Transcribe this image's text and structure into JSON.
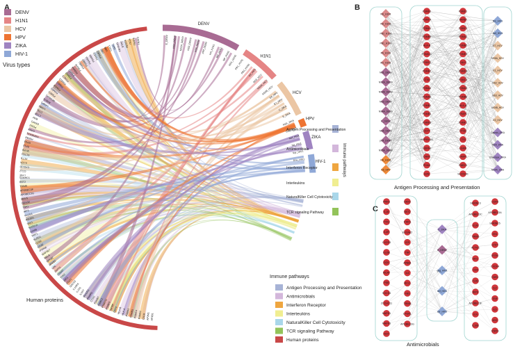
{
  "panels": {
    "a": "A",
    "b": "B",
    "c": "C"
  },
  "virus_legend": {
    "title": "Virus types",
    "items": [
      {
        "label": "DENV",
        "color": "#a86b93"
      },
      {
        "label": "H1N1",
        "color": "#e58585"
      },
      {
        "label": "HCV",
        "color": "#ebc6a4"
      },
      {
        "label": "HPV",
        "color": "#ee7432"
      },
      {
        "label": "ZIKA",
        "color": "#9f84c1"
      },
      {
        "label": "HIV-1",
        "color": "#8fa8d7"
      }
    ]
  },
  "pathway_legend": {
    "title": "Immune pathways",
    "items": [
      {
        "label": "Antigen Processing and Presentation",
        "color": "#a7b3d6"
      },
      {
        "label": "Antimicrobials",
        "color": "#d3b7db"
      },
      {
        "label": "Interferon Receptor",
        "color": "#efa640"
      },
      {
        "label": "Interteukins",
        "color": "#f0ee91"
      },
      {
        "label": "NaturalKiller Cell Cytotoxicity",
        "color": "#a9d7ea"
      },
      {
        "label": "TCR signaling Pathway",
        "color": "#93c35a"
      },
      {
        "label": "Human proteins",
        "color": "#c94848"
      }
    ]
  },
  "chord": {
    "virus_arcs": [
      "DENV",
      "H1N1",
      "HCV",
      "HPV",
      "ZIKA",
      "HIV-1"
    ],
    "pathway_arcs": [
      "Antigen Processing and Presentation",
      "Antimicrobials",
      "Interferon Receptor",
      "Interleukins",
      "NaturalKiller Cell Cytotoxicity",
      "TCR signaling Pathway"
    ],
    "human_proteins_label": "Human proteins",
    "pathway_side_label": "Immune pathways",
    "protein_labels": [
      "AP3B1",
      "AP2M1",
      "CALR",
      "PSMD2",
      "PSMC4",
      "PSMB5",
      "PSMA1",
      "HLA-A",
      "HLA-B",
      "CD74",
      "TAPBP",
      "PSME3",
      "PSMD11",
      "PSMC2",
      "PSMB7",
      "CTSD",
      "IFNAR1",
      "IFNGR2",
      "IL6ST",
      "IL1R1",
      "IL10RA",
      "SOCS3",
      "STAT1",
      "JAK1",
      "TYK2",
      "CD247",
      "ZAP70",
      "LCK",
      "NFKB1",
      "NFKB2",
      "RELA",
      "MAP3K7",
      "PTPN6",
      "CD3E",
      "CD8A",
      "KLRD1",
      "PRF1",
      "GZMB",
      "SH2D1A",
      "VAV1",
      "PIK3R1",
      "PLCG1",
      "IRF3",
      "TBK1",
      "DDX3X",
      "MAVS",
      "APOBEC3G",
      "APOBEC3F",
      "TRIM5",
      "BST2",
      "SAMHD1",
      "LY6E",
      "CCL2",
      "CXCL10",
      "IL12A",
      "ACTB",
      "ACTG1",
      "MYH9",
      "RPL5",
      "RPS3",
      "HSPA8",
      "HSP90AA1",
      "CANX",
      "PDIA3",
      "ERAP1",
      "B2M",
      "CTSB",
      "CTSL",
      "LGMN",
      "LAMP1",
      "RAB7A",
      "SEC61A1",
      "PSMD1",
      "PSMD3",
      "PSMD4",
      "PSMC1",
      "PSMC3",
      "PSMC5",
      "PSMA2",
      "PSMA3",
      "PSMA4",
      "PSMA6",
      "PSMB1",
      "PSMB2",
      "PSMB3",
      "PSMB6",
      "PSME1",
      "PSME2",
      "UBC",
      "UBB",
      "CUL1",
      "SKP1",
      "FBXW11",
      "BTRC",
      "NEDD4",
      "ITCH",
      "TRAF6",
      "TRAF3"
    ],
    "virus_protein_labels": [
      "E_DENV",
      "NS1_DENV",
      "NS2A_DENV",
      "NS3_DENV",
      "NS5_DENV",
      "prM_DENV",
      "HA_H1N1",
      "M2_H1N1",
      "NP_H1N1",
      "NS1_H1N1",
      "PB1_H1N1",
      "PB2_H1N1",
      "E2_HCV",
      "NS3_HCV",
      "NS5A_HCV",
      "NS5B_HCV",
      "E6_HPV",
      "E7_HPV",
      "C_ZIKA",
      "E_ZIKA",
      "NS5_ZIKA",
      "Gag_HIV1",
      "Nef_HIV1",
      "Tat_HIV1",
      "Vpr_HIV1",
      "Env_HIV1"
    ]
  },
  "network_b": {
    "caption": "Antigen Processing and Presentation",
    "left": [
      "NS_H1N1",
      "NS_H1N1",
      "PB2_H1N1",
      "PB1_H1N1",
      "PA_H1N1",
      "M1_H1N1",
      "NS1_DENV",
      "NS2A_DENV",
      "NS2B_DENV",
      "NS3_DENV",
      "NS4A_DENV",
      "E_DENV",
      "NS5_DENV",
      "prM_DENV",
      "NS5A_DENV",
      "HA_H1N1",
      "E6_HPV"
    ],
    "mid1": [
      "PSMD2",
      "PSMC4",
      "PSMA1",
      "PSMB5",
      "HLA-B",
      "PSMD11",
      "PSMC2",
      "PSMB7",
      "CTSD",
      "PSMA4",
      "PSMA6",
      "PSMB1",
      "PSMB3",
      "PSMD3",
      "CD74",
      "HSP90AA1",
      "HSPA8",
      "CANX",
      "PDIA3",
      "B2M"
    ],
    "mid2": [
      "PSMD1",
      "TAPBP",
      "PSMC1",
      "PSMA2",
      "PSMB2",
      "PSME3",
      "CALR",
      "PSMD4",
      "PSMC3",
      "PSMA3",
      "PSMB6",
      "HLA-A",
      "ERAP1",
      "PSME1",
      "CTSB",
      "CTSL",
      "LGMN",
      "LAMP1",
      "RAB7A",
      "SEC61A1"
    ],
    "right": [
      "NS_HIV1",
      "Nef_HIV1",
      "E7_HCV",
      "NS5A_HCV",
      "E1_HCV",
      "NS2_HCV",
      "NS3_HCV",
      "NS4B_HCV",
      "E2_HCV",
      "Capsid_ZIKA",
      "NS5_ZIKA",
      "Envelope_ZIKA",
      "NS4A_ZIKA"
    ]
  },
  "network_c": {
    "caption": "Antimicrobials",
    "left1": [
      "PRKA",
      "IL1B",
      "TYK2",
      "IL4R",
      "CXCR3",
      "ELOB",
      "DCK",
      "MCAT",
      "PSB",
      "SOCS3",
      "ZCCHC11",
      "MAPK1",
      "MAPK3",
      "NCF"
    ],
    "left2": [
      "DAXX",
      "BST2",
      "STAT1",
      "EIF2AK2",
      "ICR",
      "TNF",
      "APBB1",
      "IL6",
      "MCL1",
      "FBS",
      "TRIM5",
      "LPGRL",
      "APOBEC3G"
    ],
    "mid": [
      "C_ZIKA",
      "E_DENV",
      "gag_HIV1",
      "nef_HIV1",
      "vpr_HIV1"
    ],
    "right1": [
      "SERINC3",
      "APOBEC3C",
      "ELM",
      "TRIM5",
      "ACTG1",
      "MX1",
      "CD4",
      "TLR3",
      "RIPK",
      "APOBEC3F",
      "ILN",
      "IL10B"
    ],
    "right2": [
      "CCR5",
      "APOBEC3A",
      "SERINC5",
      "HS1",
      "LYST",
      "IFITM",
      "CXCR4",
      "CDR3",
      "IL2",
      "TRIF",
      "IL5",
      "MX2",
      "STAT3"
    ]
  }
}
